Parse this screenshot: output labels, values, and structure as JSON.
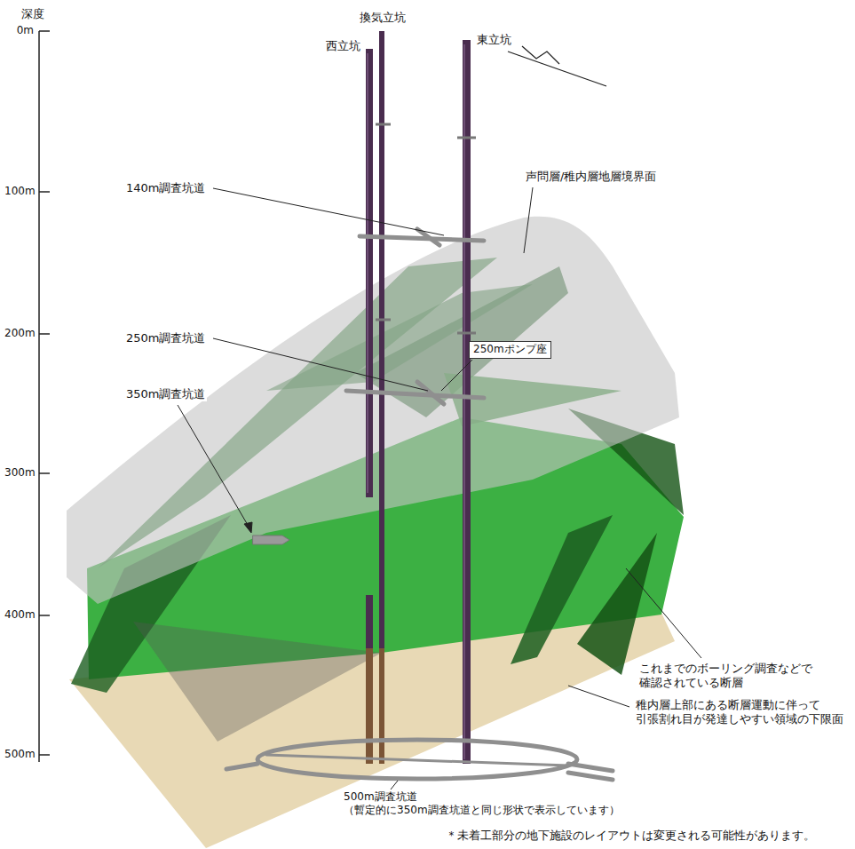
{
  "diagram": {
    "nodes": [
      {
        "text": [
          "250mポンプ座"
        ]
      }
    ],
    "labels": [
      "深度",
      "0m",
      "100m",
      "200m",
      "300m",
      "400m",
      "500m",
      "換気立坑",
      "西立坑",
      "東立坑",
      "声問層/稚内層地層境界面",
      "140m調査坑道",
      "250m調査坑道",
      "350m調査坑道",
      "これまでのボーリング調査などで 確認されている断層",
      "稚内層上部にある断層運動に伴って 引張割れ目が発達しやすい領域の下限面",
      "500m調査坑道 （暫定的に350m調査坑道と同じ形状で表示しています）",
      "＊未着工部分の地下施設のレイアウトは変更される可能性があります。"
    ]
  }
}
